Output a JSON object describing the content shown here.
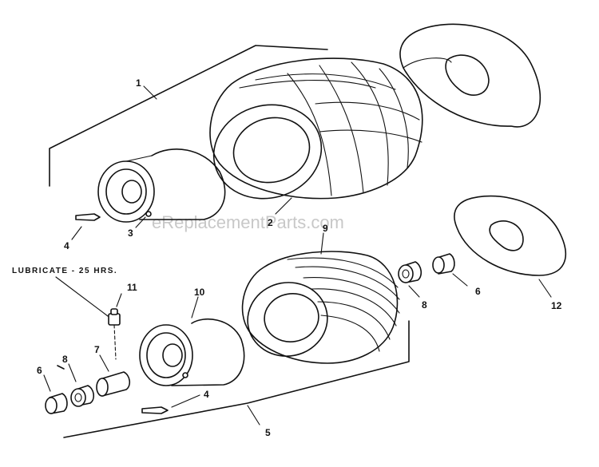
{
  "diagram": {
    "watermark": "eReplacementParts.com",
    "note": "LUBRICATE - 25 HRS.",
    "callouts": {
      "c1": "1",
      "c2": "2",
      "c3": "3",
      "c4a": "4",
      "c4b": "4",
      "c5": "5",
      "c6a": "6",
      "c6b": "6",
      "c7": "7",
      "c8a": "8",
      "c8b": "8",
      "c9": "9",
      "c10": "10",
      "c11": "11",
      "c12": "12"
    }
  }
}
